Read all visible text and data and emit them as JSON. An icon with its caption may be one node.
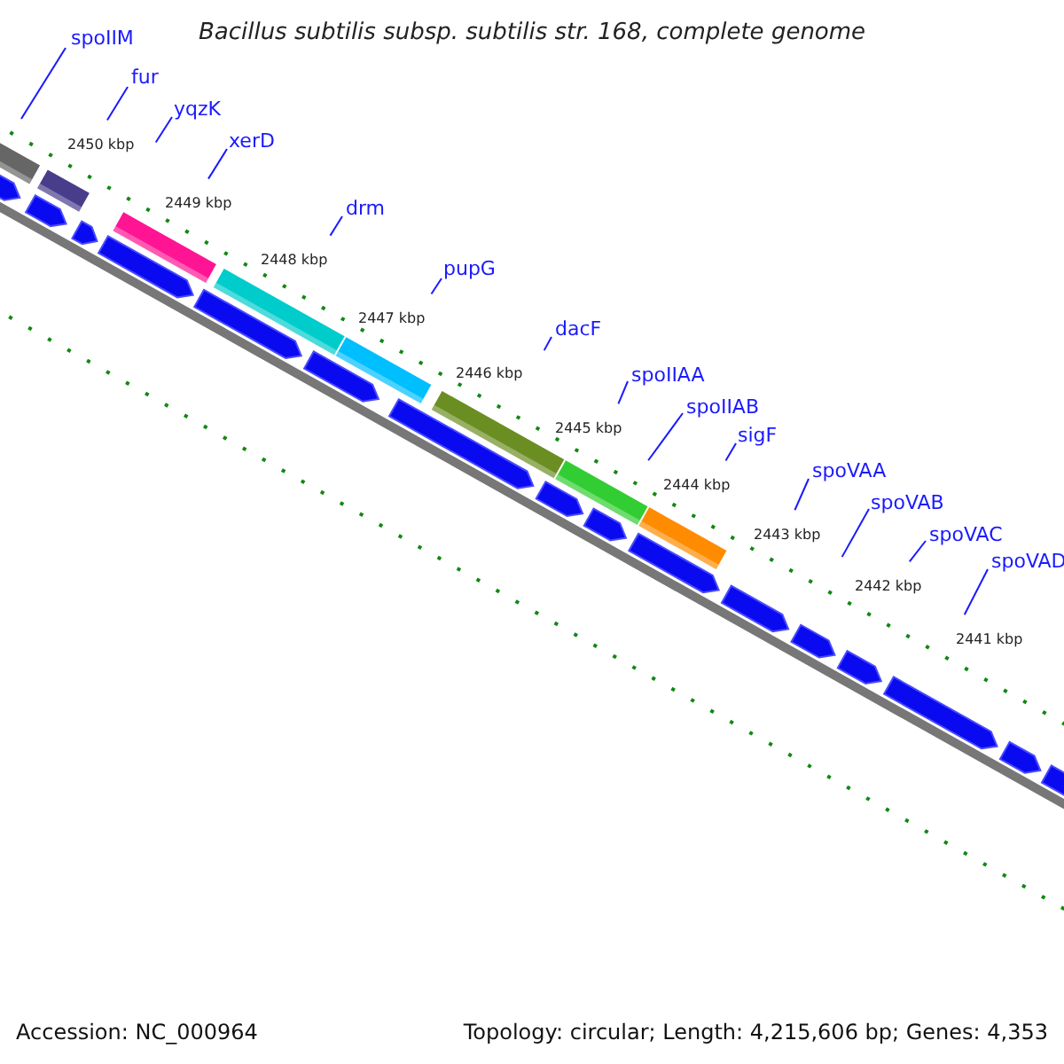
{
  "diagram": {
    "title": "Bacillus subtilis subsp. subtilis str. 168, complete genome",
    "nodes": [
      {
        "text": [
          "spoIIM"
        ]
      },
      {
        "text": [
          "fur"
        ]
      },
      {
        "text": [
          "yqzK"
        ]
      },
      {
        "text": [
          "xerD"
        ]
      },
      {
        "text": [
          "drm"
        ]
      },
      {
        "text": [
          "pupG"
        ]
      },
      {
        "text": [
          "dacF"
        ]
      },
      {
        "text": [
          "spoIIAA"
        ]
      },
      {
        "text": [
          "spoIIAB"
        ]
      },
      {
        "text": [
          "sigF"
        ]
      },
      {
        "text": [
          "spoVAA"
        ]
      },
      {
        "text": [
          "spoVAB"
        ]
      },
      {
        "text": [
          "spoVAC"
        ]
      },
      {
        "text": [
          "spoVAD"
        ]
      }
    ],
    "edges": [
      {
        "from": 0,
        "to": null,
        "arrow": "none"
      },
      {
        "from": 1,
        "to": null,
        "arrow": "none"
      },
      {
        "from": 2,
        "to": null,
        "arrow": "none"
      },
      {
        "from": 3,
        "to": null,
        "arrow": "none"
      },
      {
        "from": 4,
        "to": null,
        "arrow": "none"
      },
      {
        "from": 5,
        "to": null,
        "arrow": "none"
      },
      {
        "from": 6,
        "to": null,
        "arrow": "none"
      },
      {
        "from": 7,
        "to": null,
        "arrow": "none"
      },
      {
        "from": 8,
        "to": null,
        "arrow": "none"
      },
      {
        "from": 9,
        "to": null,
        "arrow": "none"
      },
      {
        "from": 10,
        "to": null,
        "arrow": "none"
      },
      {
        "from": 11,
        "to": null,
        "arrow": "none"
      },
      {
        "from": 12,
        "to": null,
        "arrow": "none"
      },
      {
        "from": 13,
        "to": null,
        "arrow": "none"
      }
    ],
    "labels": [
      "2450 kbp",
      "2449 kbp",
      "2448 kbp",
      "2447 kbp",
      "2446 kbp",
      "2445 kbp",
      "2444 kbp",
      "2443 kbp",
      "2442 kbp",
      "2441 kbp",
      "Accession: NC_000964",
      "Topology: circular; Length: 4,215,606 bp; Genes: 4,353"
    ]
  }
}
